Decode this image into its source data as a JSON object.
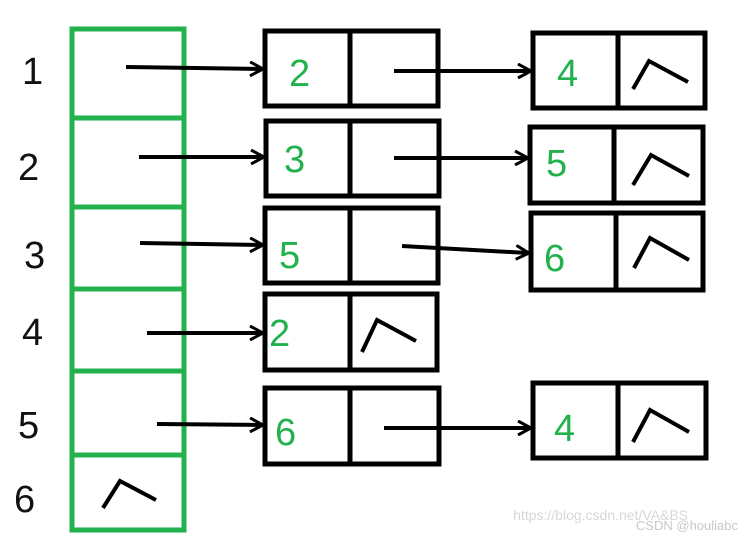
{
  "adjacency_list": {
    "rows": [
      {
        "label": "1",
        "list": [
          "2",
          "4"
        ]
      },
      {
        "label": "2",
        "list": [
          "3",
          "5"
        ]
      },
      {
        "label": "3",
        "list": [
          "5",
          "6"
        ]
      },
      {
        "label": "4",
        "list": [
          "2"
        ]
      },
      {
        "label": "5",
        "list": [
          "6",
          "4"
        ]
      },
      {
        "label": "6",
        "list": []
      }
    ]
  },
  "colors": {
    "head_border": "#22b14c",
    "node_border": "#000000",
    "value_text": "#22b14c",
    "label_text": "#111111",
    "arrow": "#000000"
  },
  "watermark": {
    "text": "https://blog.csdn.net/VA&BS",
    "text2": "CSDN @houliabc"
  }
}
